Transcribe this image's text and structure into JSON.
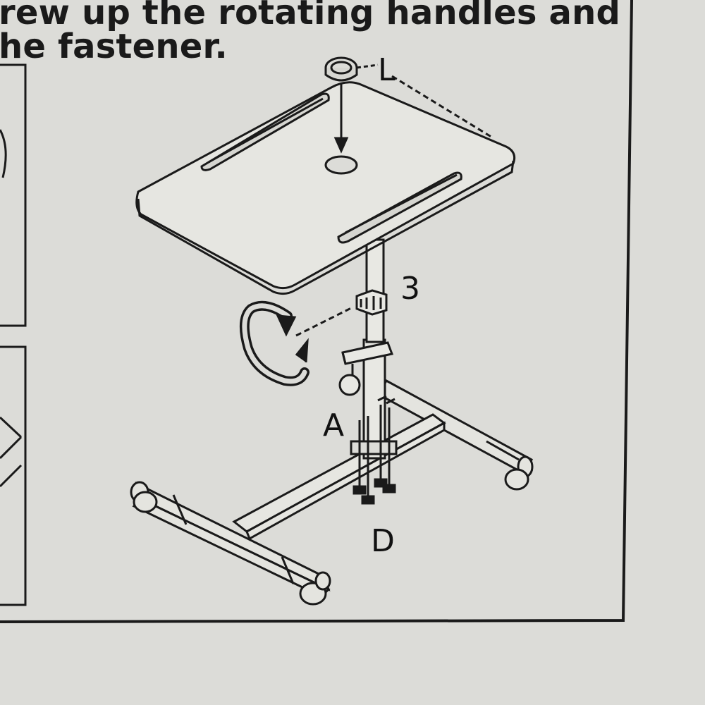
{
  "instruction": {
    "line1": "rew up the rotating handles and",
    "line2": "he fastener."
  },
  "labels": {
    "cap": "L",
    "pole": "3",
    "bolt": "A",
    "nuts": "D"
  },
  "colors": {
    "paper": "#dcdcd8",
    "ink": "#111111"
  }
}
